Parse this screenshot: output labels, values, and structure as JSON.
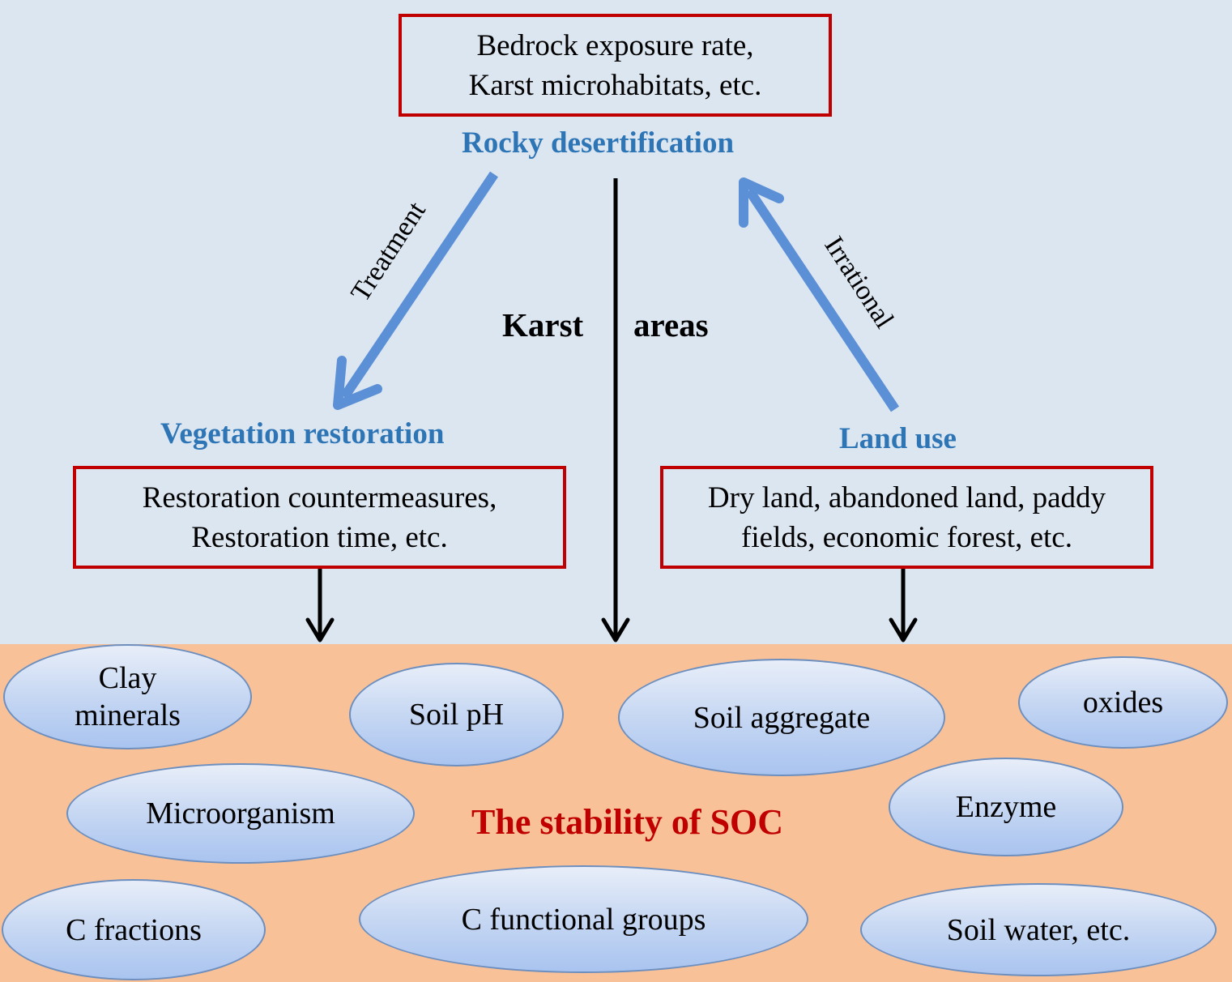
{
  "top_box": {
    "line1": "Bedrock exposure rate,",
    "line2": "Karst microhabitats, etc."
  },
  "rocky_heading": "Rocky desertification",
  "karst": {
    "word1": "Karst",
    "word2": "areas"
  },
  "arrow_labels": {
    "treatment": "Treatment",
    "irrational": "Irrational"
  },
  "vegetation_heading": "Vegetation restoration",
  "vegetation_box": {
    "line1": "Restoration countermeasures,",
    "line2": "Restoration time, etc."
  },
  "landuse_heading": "Land use",
  "landuse_box": {
    "line1": "Dry land, abandoned land, paddy",
    "line2": "fields, economic forest, etc."
  },
  "factors": {
    "clay": {
      "line1": "Clay",
      "line2": "minerals"
    },
    "ph": "Soil pH",
    "aggregate": "Soil aggregate",
    "oxides": "oxides",
    "microorganism": "Microorganism",
    "enzyme": "Enzyme",
    "c_fractions": "C fractions",
    "c_functional": "C functional groups",
    "soil_water": "Soil water, etc."
  },
  "soc_title": "The stability of SOC",
  "colors": {
    "box_border": "#c00000",
    "heading_blue": "#2e75b6",
    "arrow_blue": "#5b8fd6",
    "soc_red": "#c00000",
    "top_bg": "#dce6f1",
    "bottom_bg": "#f8c197"
  }
}
